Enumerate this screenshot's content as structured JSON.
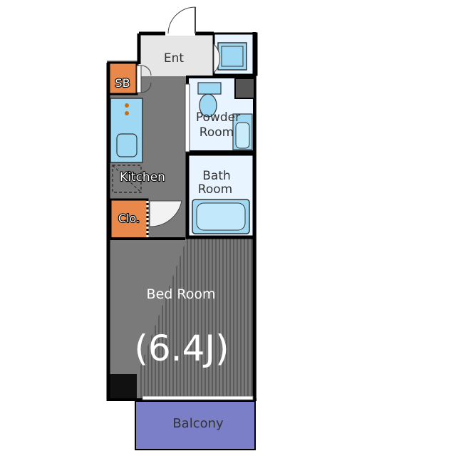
{
  "floor_plan": {
    "rooms": {
      "entrance": "Ent",
      "shoe_box": "SB",
      "kitchen": "Kitchen",
      "powder_room_line1": "Powder",
      "powder_room_line2": "Room",
      "bath_line1": "Bath",
      "bath_line2": "Room",
      "closet": "Clo.",
      "bedroom": "Bed Room",
      "bedroom_size": "(6.4J)",
      "balcony": "Balcony"
    },
    "colors": {
      "wall": "#000000",
      "living_floor": "#7a7a7a",
      "entrance_floor": "#e6e6e6",
      "wet_area": "#e8f4ff",
      "fixture": "#9fd8f3",
      "storage": "#e8884a",
      "balcony": "#7a7fc7"
    },
    "icons": [
      "door-swing-icon",
      "washing-machine-icon",
      "toilet-icon",
      "sink-icon",
      "stove-icon",
      "bathtub-icon",
      "refrigerator-space-icon"
    ]
  }
}
